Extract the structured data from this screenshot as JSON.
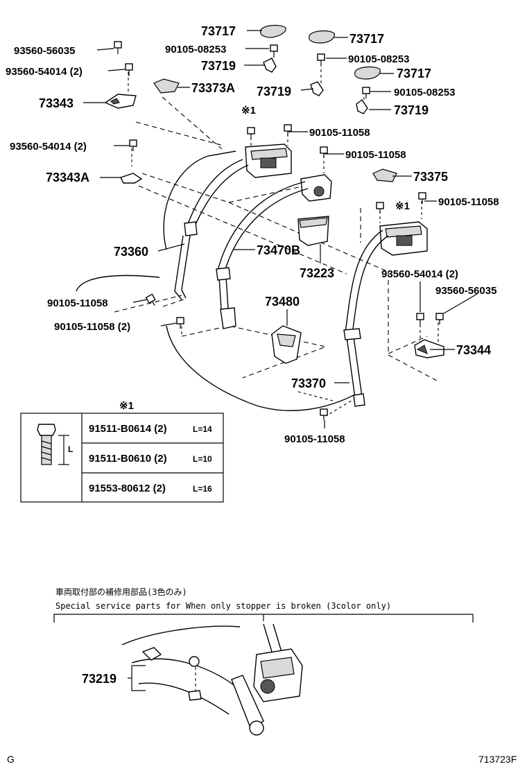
{
  "diagram": {
    "label_73717_a": "73717",
    "label_73717_b": "73717",
    "label_73717_c": "73717",
    "label_73719_a": "73719",
    "label_73719_b": "73719",
    "label_73719_c": "73719",
    "label_90105_08253_a": "90105-08253",
    "label_90105_08253_b": "90105-08253",
    "label_90105_08253_c": "90105-08253",
    "label_93560_56035_a": "93560-56035",
    "label_93560_54014_a": "93560-54014 (2)",
    "label_73343": "73343",
    "label_73373A": "73373A",
    "label_ref_1_a": "※1",
    "label_90105_11058_a": "90105-11058",
    "label_90105_11058_b": "90105-11058",
    "label_93560_54014_b": "93560-54014 (2)",
    "label_73343A": "73343A",
    "label_73375": "73375",
    "label_ref_1_b": "※1",
    "label_90105_11058_c": "90105-11058",
    "label_73360": "73360",
    "label_73470B": "73470B",
    "label_73223": "73223",
    "label_93560_54014_c": "93560-54014 (2)",
    "label_93560_56035_b": "93560-56035",
    "label_90105_11058_d": "90105-11058",
    "label_73480": "73480",
    "label_90105_11058_2": "90105-11058 (2)",
    "label_73344": "73344",
    "label_73370": "73370",
    "label_90105_11058_e": "90105-11058",
    "table_title": "※1",
    "table_dim": "L",
    "table_rows": [
      {
        "part": "91511-B0614 (2)",
        "length": "L=14"
      },
      {
        "part": "91511-B0610 (2)",
        "length": "L=10"
      },
      {
        "part": "91553-80612 (2)",
        "length": "L=16"
      }
    ],
    "note_jp": "車両取付部の補修用部品(3色のみ)",
    "note_en": "Special  service  parts  for  When  only  stopper  is  broken  (3color  only)",
    "label_73219": "73219",
    "footer_left": "G",
    "footer_right": "713723F"
  }
}
